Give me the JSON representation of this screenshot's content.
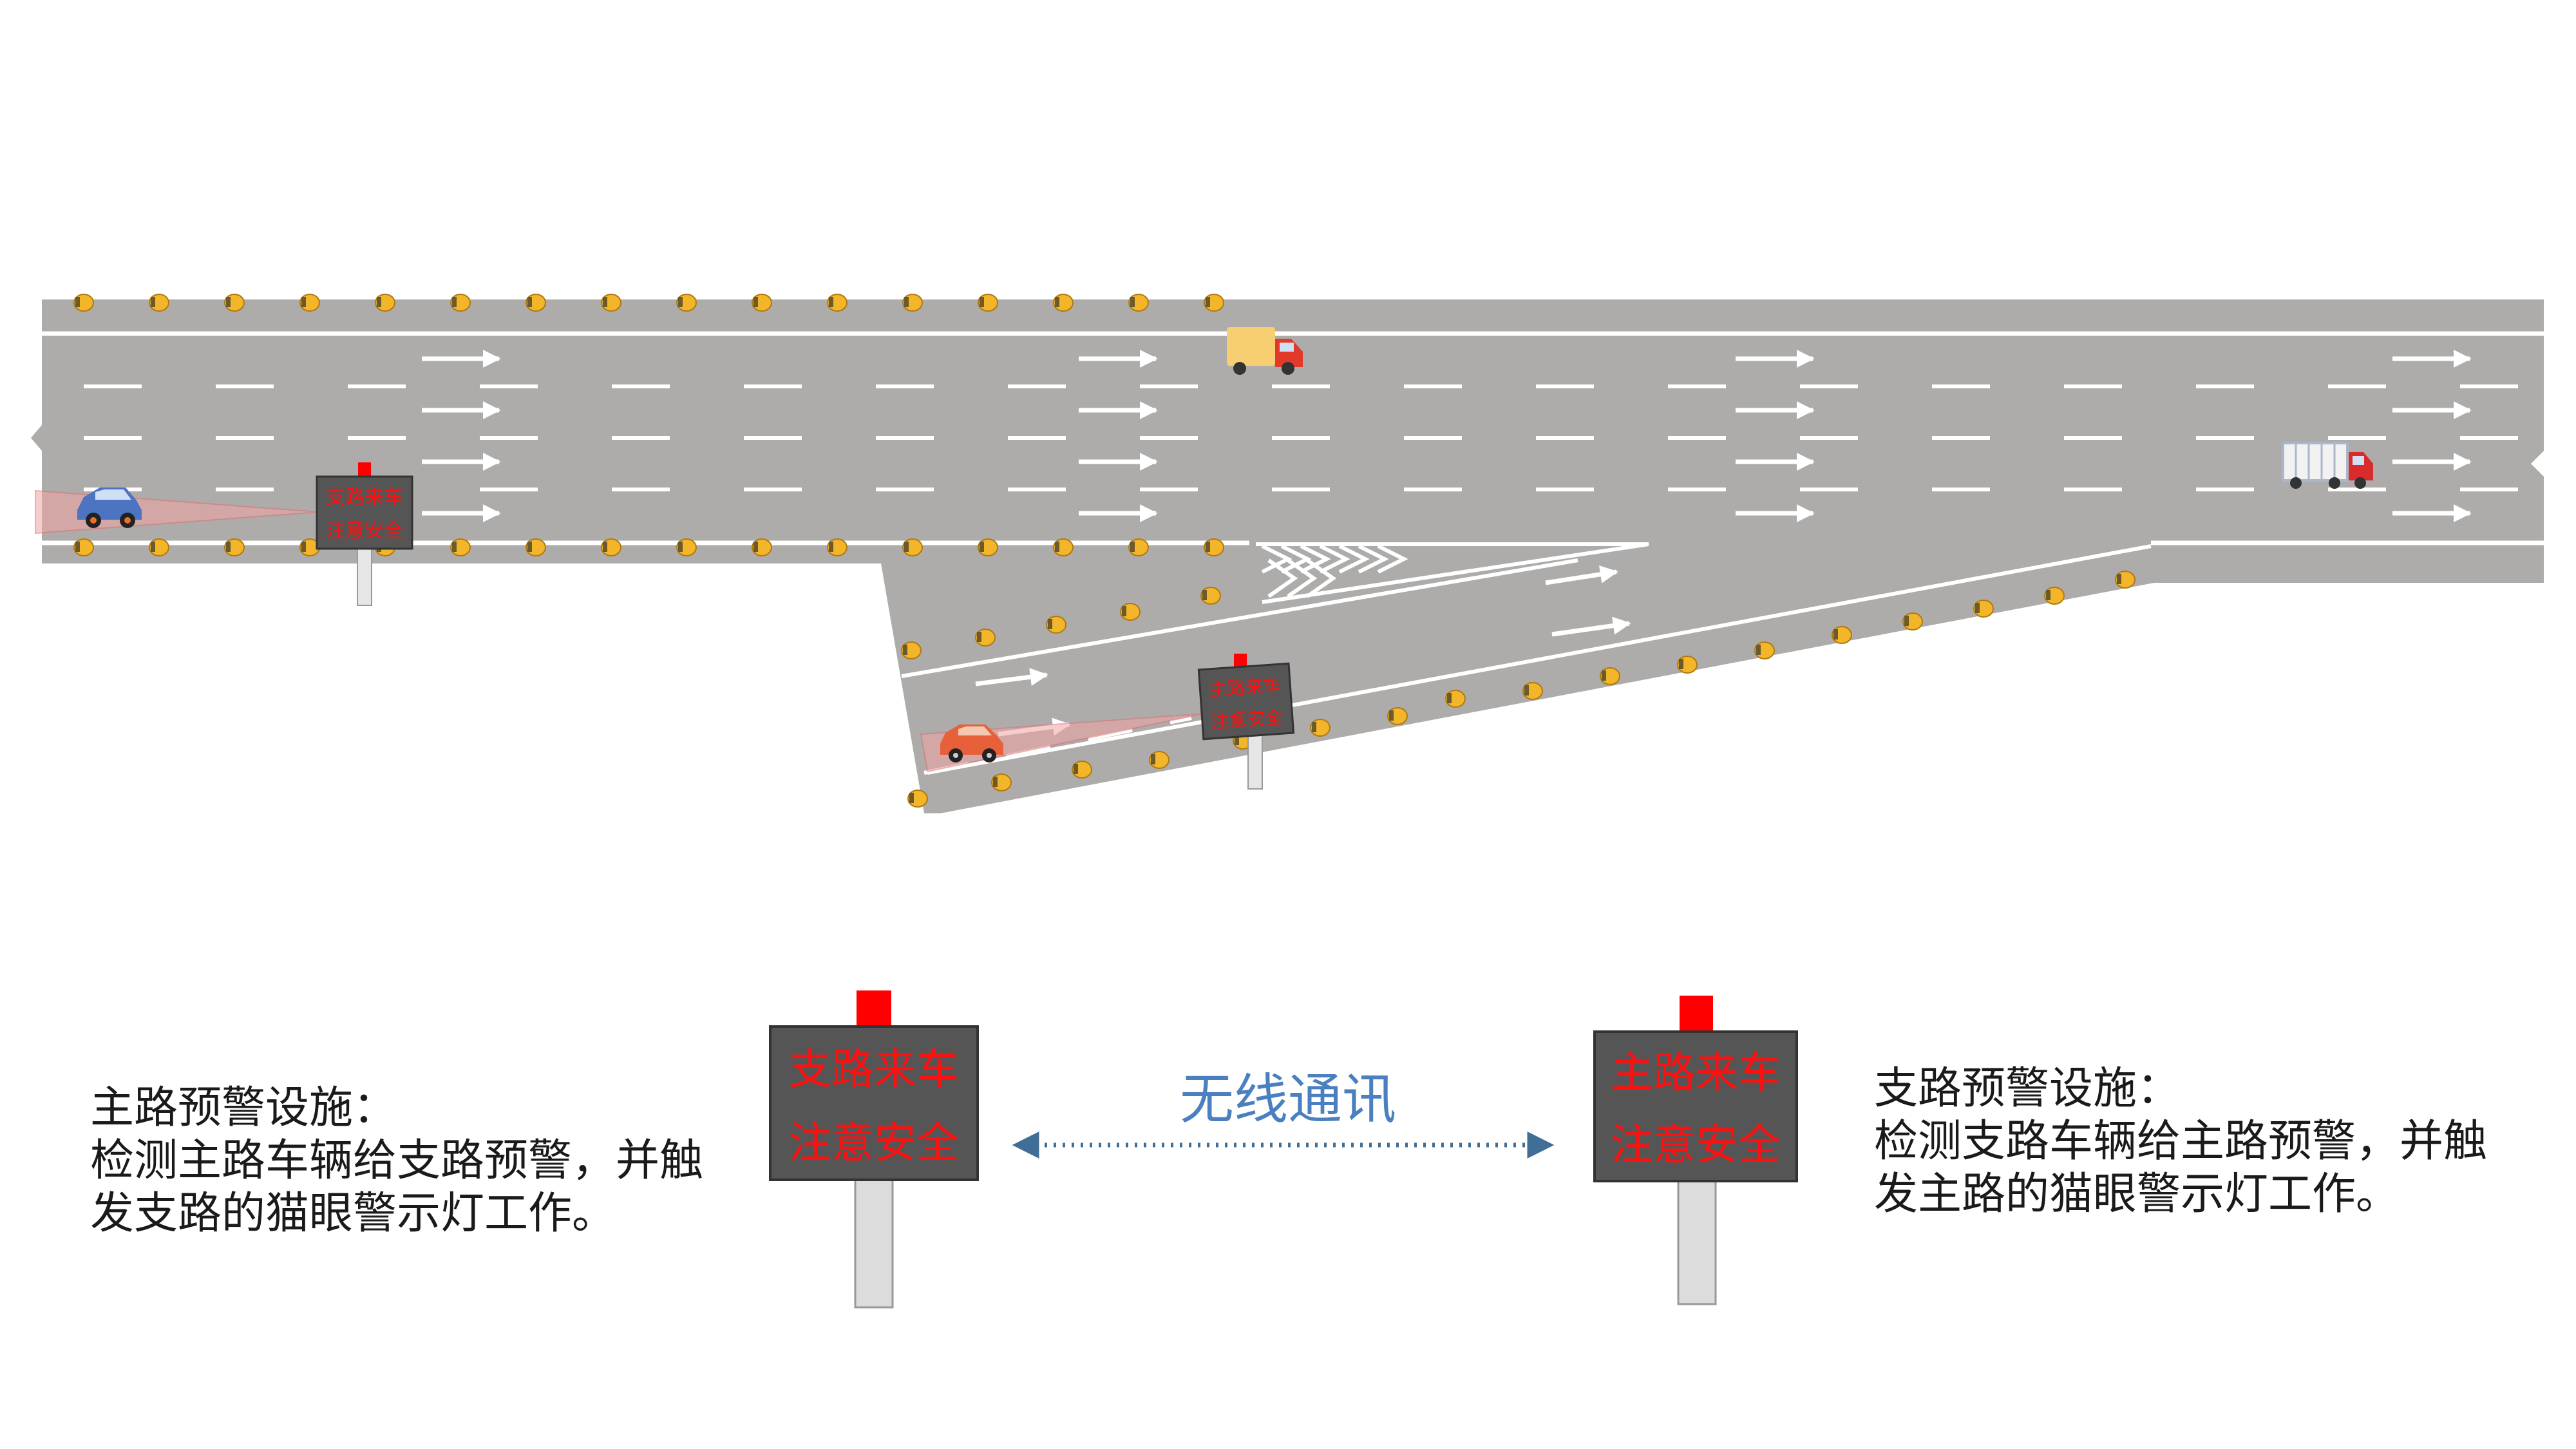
{
  "road_signs": {
    "main_road_sign": {
      "line1": "支路来车",
      "line2": "注意安全"
    },
    "branch_road_sign": {
      "line1": "主路来车",
      "line2": "注意安全"
    }
  },
  "legend": {
    "main_sign_large": {
      "line1": "支路来车",
      "line2": "注意安全"
    },
    "branch_sign_large": {
      "line1": "主路来车",
      "line2": "注意安全"
    },
    "link_label": "无线通讯"
  },
  "descriptions": {
    "main": {
      "title": "主路预警设施：",
      "line1": "检测主路车辆给支路预警，并触",
      "line2": "发支路的猫眼警示灯工作。"
    },
    "branch": {
      "title": "支路预警设施：",
      "line1": "检测支路车辆给主路预警，并触",
      "line2": "发主路的猫眼警示灯工作。"
    }
  },
  "colors": {
    "road": "#aeacaa",
    "sign_panel": "#555555",
    "sign_text": "#ff1010",
    "beacon": "#ff0000",
    "cat_eye": "#f3b52a",
    "radar_beam": "#f2a3a3",
    "wireless": "#4a7fc0",
    "link_arrow": "#406e96"
  }
}
